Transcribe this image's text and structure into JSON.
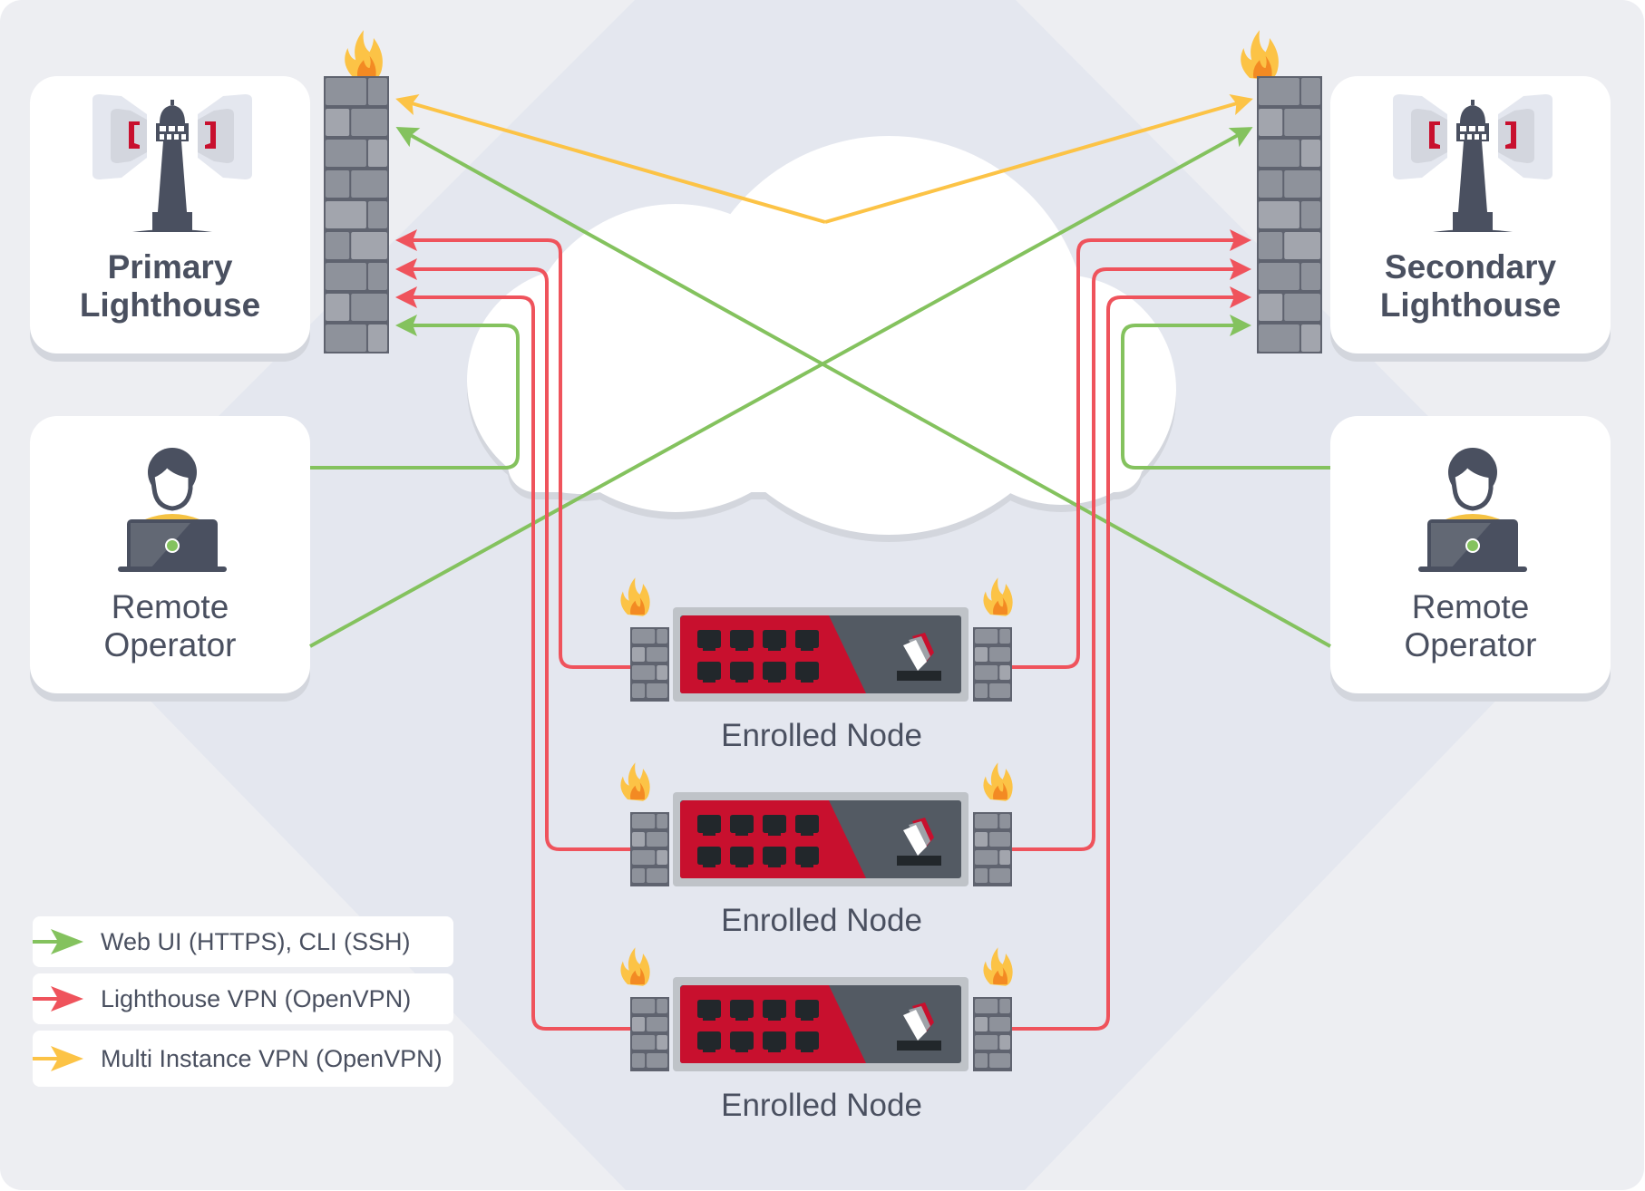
{
  "colors": {
    "frame_bg": "#edeef2",
    "diamond_bg": "#e4e7ef",
    "web_ui": "#84c25e",
    "lighthouse_vpn": "#ef535c",
    "multi_instance": "#fcc346",
    "text": "#4a5060",
    "device_red": "#c8102e",
    "device_panel": "#535a63",
    "firewall_brick": "#8e929b",
    "firewall_mortar": "#5f636f"
  },
  "lighthouses": [
    {
      "id": "primary",
      "line1": "Primary",
      "line2": "Lighthouse"
    },
    {
      "id": "secondary",
      "line1": "Secondary",
      "line2": "Lighthouse"
    }
  ],
  "operators": [
    {
      "id": "left",
      "line1": "Remote",
      "line2": "Operator"
    },
    {
      "id": "right",
      "line1": "Remote",
      "line2": "Operator"
    }
  ],
  "nodes": [
    {
      "label": "Enrolled Node"
    },
    {
      "label": "Enrolled Node"
    },
    {
      "label": "Enrolled Node"
    }
  ],
  "legend": [
    {
      "label": "Web UI (HTTPS), CLI (SSH)",
      "color_key": "web_ui"
    },
    {
      "label": "Lighthouse VPN (OpenVPN)",
      "color_key": "lighthouse_vpn"
    },
    {
      "label": "Multi Instance VPN (OpenVPN)",
      "color_key": "multi_instance"
    }
  ],
  "connections": [
    {
      "type": "multi_instance",
      "from": "primary-lighthouse",
      "to": "secondary-lighthouse",
      "via": "cloud"
    },
    {
      "type": "web_ui",
      "from": "left-operator",
      "to": "primary-lighthouse"
    },
    {
      "type": "web_ui",
      "from": "left-operator",
      "to": "secondary-lighthouse"
    },
    {
      "type": "web_ui",
      "from": "right-operator",
      "to": "secondary-lighthouse"
    },
    {
      "type": "web_ui",
      "from": "right-operator",
      "to": "primary-lighthouse"
    },
    {
      "type": "lighthouse_vpn",
      "from": "enrolled-node-1",
      "to": "primary-lighthouse"
    },
    {
      "type": "lighthouse_vpn",
      "from": "enrolled-node-2",
      "to": "primary-lighthouse"
    },
    {
      "type": "lighthouse_vpn",
      "from": "enrolled-node-3",
      "to": "primary-lighthouse"
    },
    {
      "type": "lighthouse_vpn",
      "from": "enrolled-node-1",
      "to": "secondary-lighthouse"
    },
    {
      "type": "lighthouse_vpn",
      "from": "enrolled-node-2",
      "to": "secondary-lighthouse"
    },
    {
      "type": "lighthouse_vpn",
      "from": "enrolled-node-3",
      "to": "secondary-lighthouse"
    }
  ]
}
